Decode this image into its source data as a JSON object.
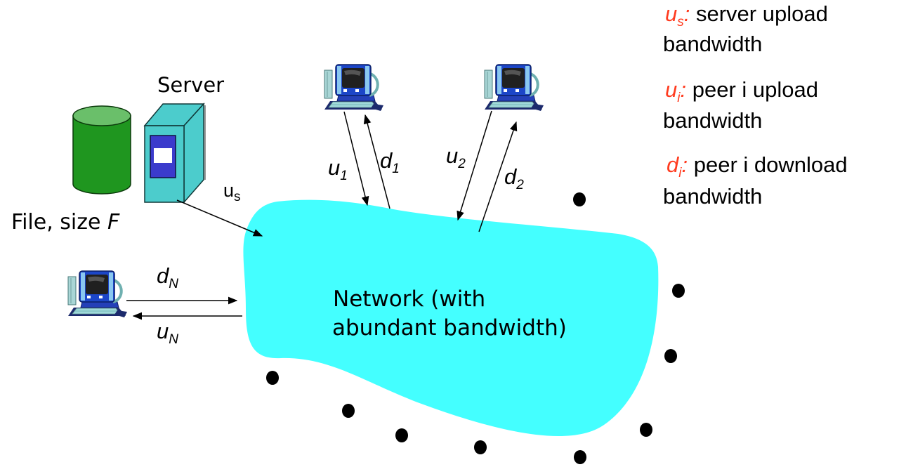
{
  "diagram": {
    "server": {
      "label": "Server"
    },
    "file": {
      "label_prefix": "File, size ",
      "label_var": "F"
    },
    "network": {
      "line1": "Network (with",
      "line2": "abundant bandwidth)"
    },
    "links": {
      "server_upload": {
        "base": "u",
        "sub": "s"
      },
      "peer1_upload": {
        "base": "u",
        "sub": "1"
      },
      "peer1_download": {
        "base": "d",
        "sub": "1"
      },
      "peer2_upload": {
        "base": "u",
        "sub": "2"
      },
      "peer2_download": {
        "base": "d",
        "sub": "2"
      },
      "peerN_download": {
        "base": "d",
        "sub": "N"
      },
      "peerN_upload": {
        "base": "u",
        "sub": "N"
      }
    },
    "peers": [
      {
        "id": "peer-1",
        "icon": "desktop-computer-icon"
      },
      {
        "id": "peer-2",
        "icon": "desktop-computer-icon"
      },
      {
        "id": "peer-N",
        "icon": "desktop-computer-icon"
      }
    ],
    "ellipsis_dots_count": 9
  },
  "legend": [
    {
      "sym": "u",
      "sub": "s",
      "colon": ":",
      "text1": " server upload",
      "text2": "bandwidth"
    },
    {
      "sym": "u",
      "sub": "i",
      "colon": ":",
      "text1": " peer i upload",
      "text2": "bandwidth"
    },
    {
      "sym": "d",
      "sub": "i",
      "colon": ":",
      "text1": " peer i download",
      "text2": "bandwidth"
    }
  ],
  "colors": {
    "network": "#44ffff",
    "server_body": "#4ccccc",
    "server_panel": "#3b3bcc",
    "file_cylinder": "#1f961f",
    "file_cylinder_top": "#6abf6a",
    "legend_symbol": "#ff3b1f",
    "text": "#000000"
  }
}
